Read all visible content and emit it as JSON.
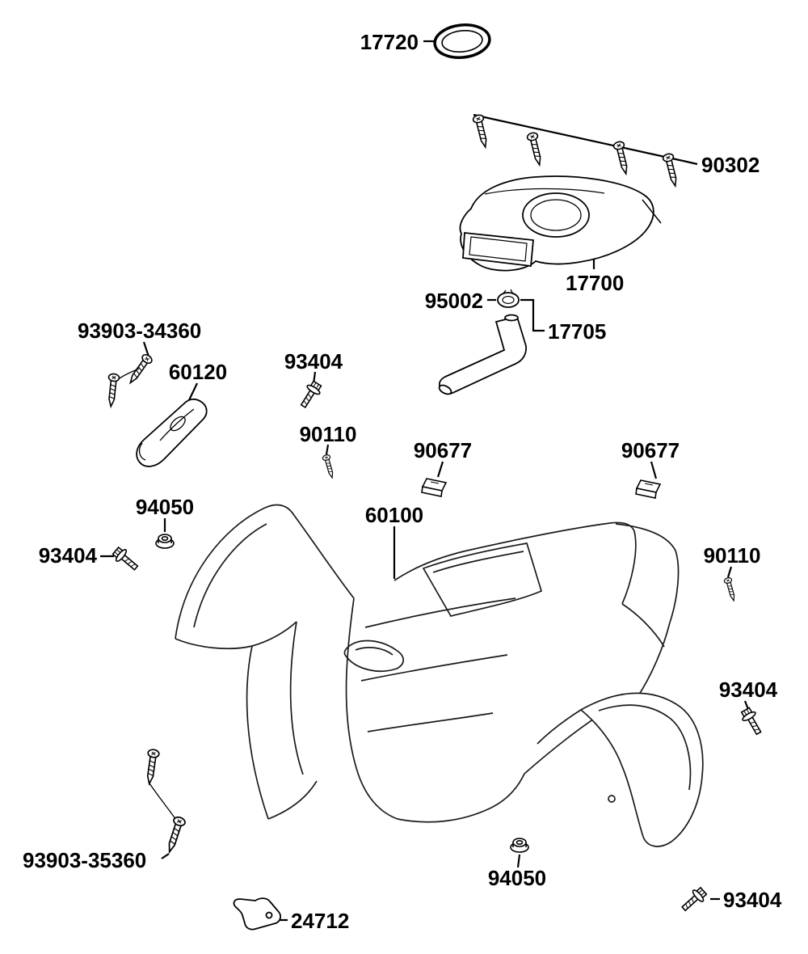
{
  "diagram": {
    "type": "exploded-parts-diagram",
    "subject": "ATV front body cover and fuel tank cover assembly",
    "colors": {
      "background": "#ffffff",
      "line": "#000000",
      "text": "#000000"
    },
    "labels": [
      {
        "part": "17720",
        "component": "fuel-filler-cap"
      },
      {
        "part": "90302",
        "component": "screw-set"
      },
      {
        "part": "17700",
        "component": "fuel-tank-cover"
      },
      {
        "part": "95002",
        "component": "tube-clamp"
      },
      {
        "part": "17705",
        "component": "breather-tube"
      },
      {
        "part": "93903-34360",
        "component": "tapping-screws"
      },
      {
        "part": "60120",
        "component": "bracket"
      },
      {
        "part": "93404",
        "component": "flange-bolt"
      },
      {
        "part": "90110",
        "component": "screw"
      },
      {
        "part": "90677",
        "component": "clip"
      },
      {
        "part": "90677",
        "component": "clip"
      },
      {
        "part": "94050",
        "component": "flange-nut"
      },
      {
        "part": "60100",
        "component": "front-body-cover"
      },
      {
        "part": "93404",
        "component": "flange-bolt"
      },
      {
        "part": "90110",
        "component": "screw"
      },
      {
        "part": "93404",
        "component": "flange-bolt"
      },
      {
        "part": "93903-35360",
        "component": "tapping-screws"
      },
      {
        "part": "94050",
        "component": "flange-nut"
      },
      {
        "part": "24712",
        "component": "bracket-plate"
      },
      {
        "part": "93404",
        "component": "flange-bolt"
      }
    ]
  }
}
